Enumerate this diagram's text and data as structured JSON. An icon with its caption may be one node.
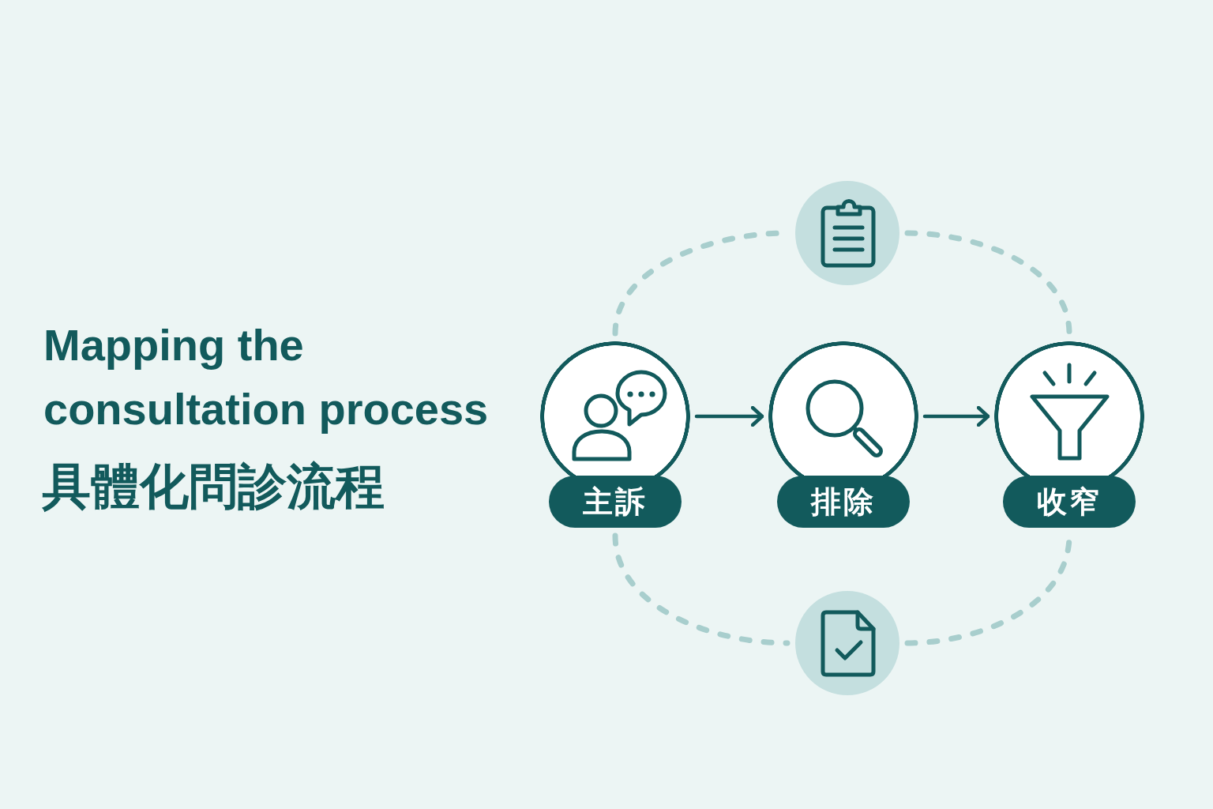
{
  "diagram": {
    "title": "Mapping the consultation process",
    "nodes": [
      {
        "text": [
          "主訴"
        ]
      },
      {
        "text": [
          "排除"
        ]
      },
      {
        "text": [
          "收窄"
        ]
      },
      {
        "text": [],
        "shape": "circle"
      },
      {
        "text": [],
        "shape": "circle"
      }
    ],
    "edges": [
      {
        "from": 0,
        "to": 1,
        "arrow": "to",
        "color": "#125a5c"
      },
      {
        "from": 1,
        "to": 2,
        "arrow": "to",
        "color": "#125a5c"
      },
      {
        "from": 0,
        "to": 3,
        "arrow": "none",
        "style": "dashed"
      },
      {
        "from": 3,
        "to": 2,
        "arrow": "none",
        "style": "dashed"
      },
      {
        "from": 0,
        "to": 4,
        "arrow": "none",
        "style": "dashed"
      },
      {
        "from": 4,
        "to": 2,
        "arrow": "none",
        "style": "dashed"
      }
    ],
    "labels": [
      "具體化問診流程"
    ]
  }
}
